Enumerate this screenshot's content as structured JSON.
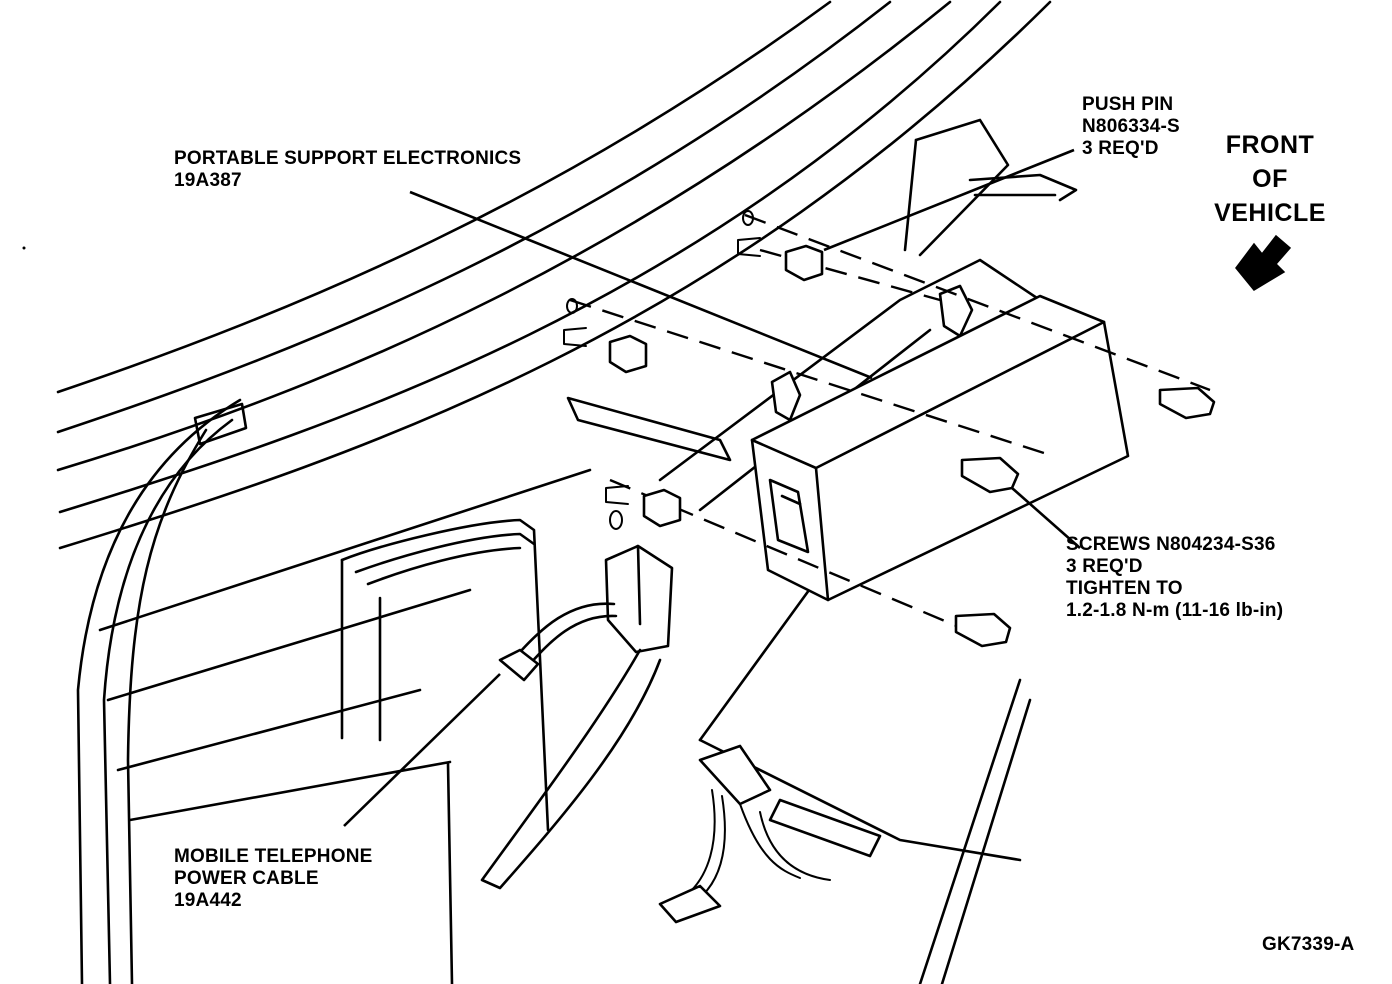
{
  "labels": {
    "push_pin": [
      "PUSH PIN",
      "N806334-S",
      "3 REQ'D"
    ],
    "front": [
      "FRONT",
      "OF",
      "VEHICLE"
    ],
    "electronics": [
      "PORTABLE SUPPORT ELECTRONICS",
      "19A387"
    ],
    "screws": [
      "SCREWS N804234-S36",
      "3 REQ'D",
      "TIGHTEN TO",
      "1.2-1.8 N-m (11-16 lb-in)"
    ],
    "cable": [
      "MOBILE TELEPHONE",
      "POWER CABLE",
      "19A442"
    ],
    "figure_code": "GK7339-A"
  }
}
